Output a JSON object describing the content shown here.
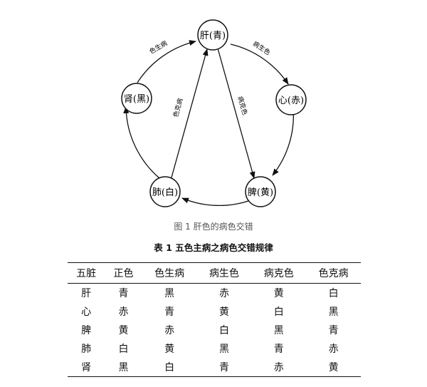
{
  "diagram": {
    "nodes": {
      "gan": "肝(青)",
      "xin": "心(赤)",
      "pi": "脾(黄)",
      "fei": "肺(白)",
      "shen": "肾(黑)"
    },
    "arc_labels": {
      "shen_gan": "色生病",
      "gan_xin": "病生色"
    },
    "chord_labels": {
      "fei_gan": "色克病",
      "gan_pi": "病克色"
    }
  },
  "figure_caption": "图 1  肝色的病色交错",
  "table_caption": "表 1  五色主病之病色交错规律",
  "table": {
    "headers": [
      "五脏",
      "正色",
      "色生病",
      "病生色",
      "病克色",
      "色克病"
    ],
    "rows": [
      [
        "肝",
        "青",
        "黑",
        "赤",
        "黄",
        "白"
      ],
      [
        "心",
        "赤",
        "青",
        "黄",
        "白",
        "黑"
      ],
      [
        "脾",
        "黄",
        "赤",
        "白",
        "黑",
        "青"
      ],
      [
        "肺",
        "白",
        "黄",
        "黑",
        "青",
        "赤"
      ],
      [
        "肾",
        "黑",
        "白",
        "青",
        "赤",
        "黄"
      ]
    ]
  }
}
